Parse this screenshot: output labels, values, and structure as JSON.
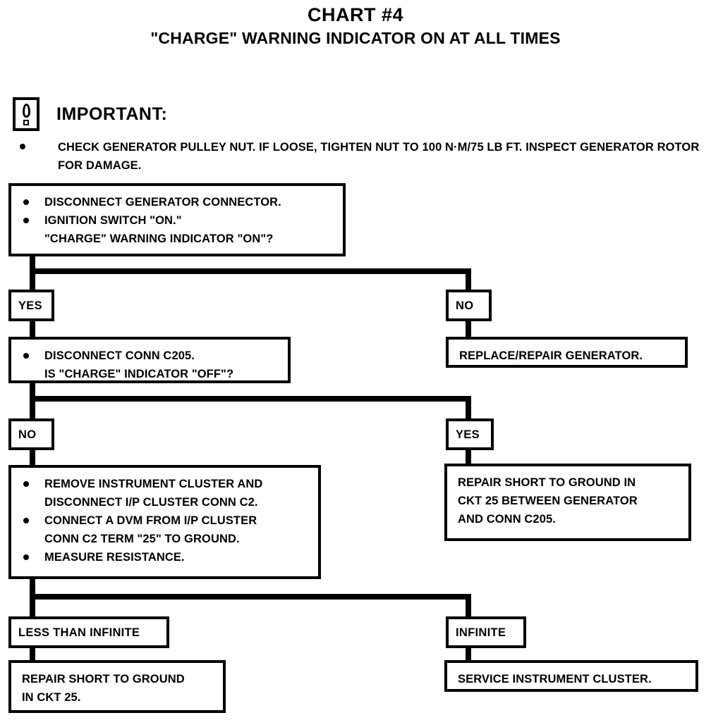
{
  "header": {
    "title": "CHART #4",
    "subtitle": "\"CHARGE\" WARNING INDICATOR ON AT ALL TIMES"
  },
  "important": {
    "icon_name": "exclamation-in-box-icon",
    "label": "IMPORTANT:",
    "bullets": [
      "CHECK GENERATOR PULLEY NUT.  IF LOOSE, TIGHTEN NUT TO 100 N·M/75 LB FT.  INSPECT GENERATOR ROTOR FOR DAMAGE."
    ]
  },
  "flow": {
    "step1": {
      "line1": "DISCONNECT GENERATOR CONNECTOR.",
      "line2": "IGNITION SWITCH \"ON.\"",
      "line3": "\"CHARGE\" WARNING INDICATOR \"ON\"?"
    },
    "branch1_left": "YES",
    "branch1_right": "NO",
    "step2": {
      "line1": "DISCONNECT CONN C205.",
      "line2": "IS \"CHARGE\" INDICATOR \"OFF\"?"
    },
    "result1": "REPLACE/REPAIR GENERATOR.",
    "branch2_left": "NO",
    "branch2_right": "YES",
    "step3": {
      "line1": "REMOVE INSTRUMENT CLUSTER AND",
      "line2": "DISCONNECT I/P CLUSTER CONN C2.",
      "line3": "CONNECT A DVM FROM I/P CLUSTER",
      "line4": "CONN C2 TERM \"25\" TO GROUND.",
      "line5": "MEASURE RESISTANCE."
    },
    "result2": {
      "line1": "REPAIR SHORT TO GROUND IN",
      "line2": "CKT 25 BETWEEN GENERATOR",
      "line3": "AND CONN C205."
    },
    "branch3_left": "LESS THAN INFINITE",
    "branch3_right": "INFINITE",
    "result3": {
      "line1": "REPAIR SHORT TO GROUND",
      "line2": "IN CKT 25."
    },
    "result4": "SERVICE INSTRUMENT CLUSTER."
  },
  "colors": {
    "ink": "#000000",
    "paper": "#ffffff"
  }
}
